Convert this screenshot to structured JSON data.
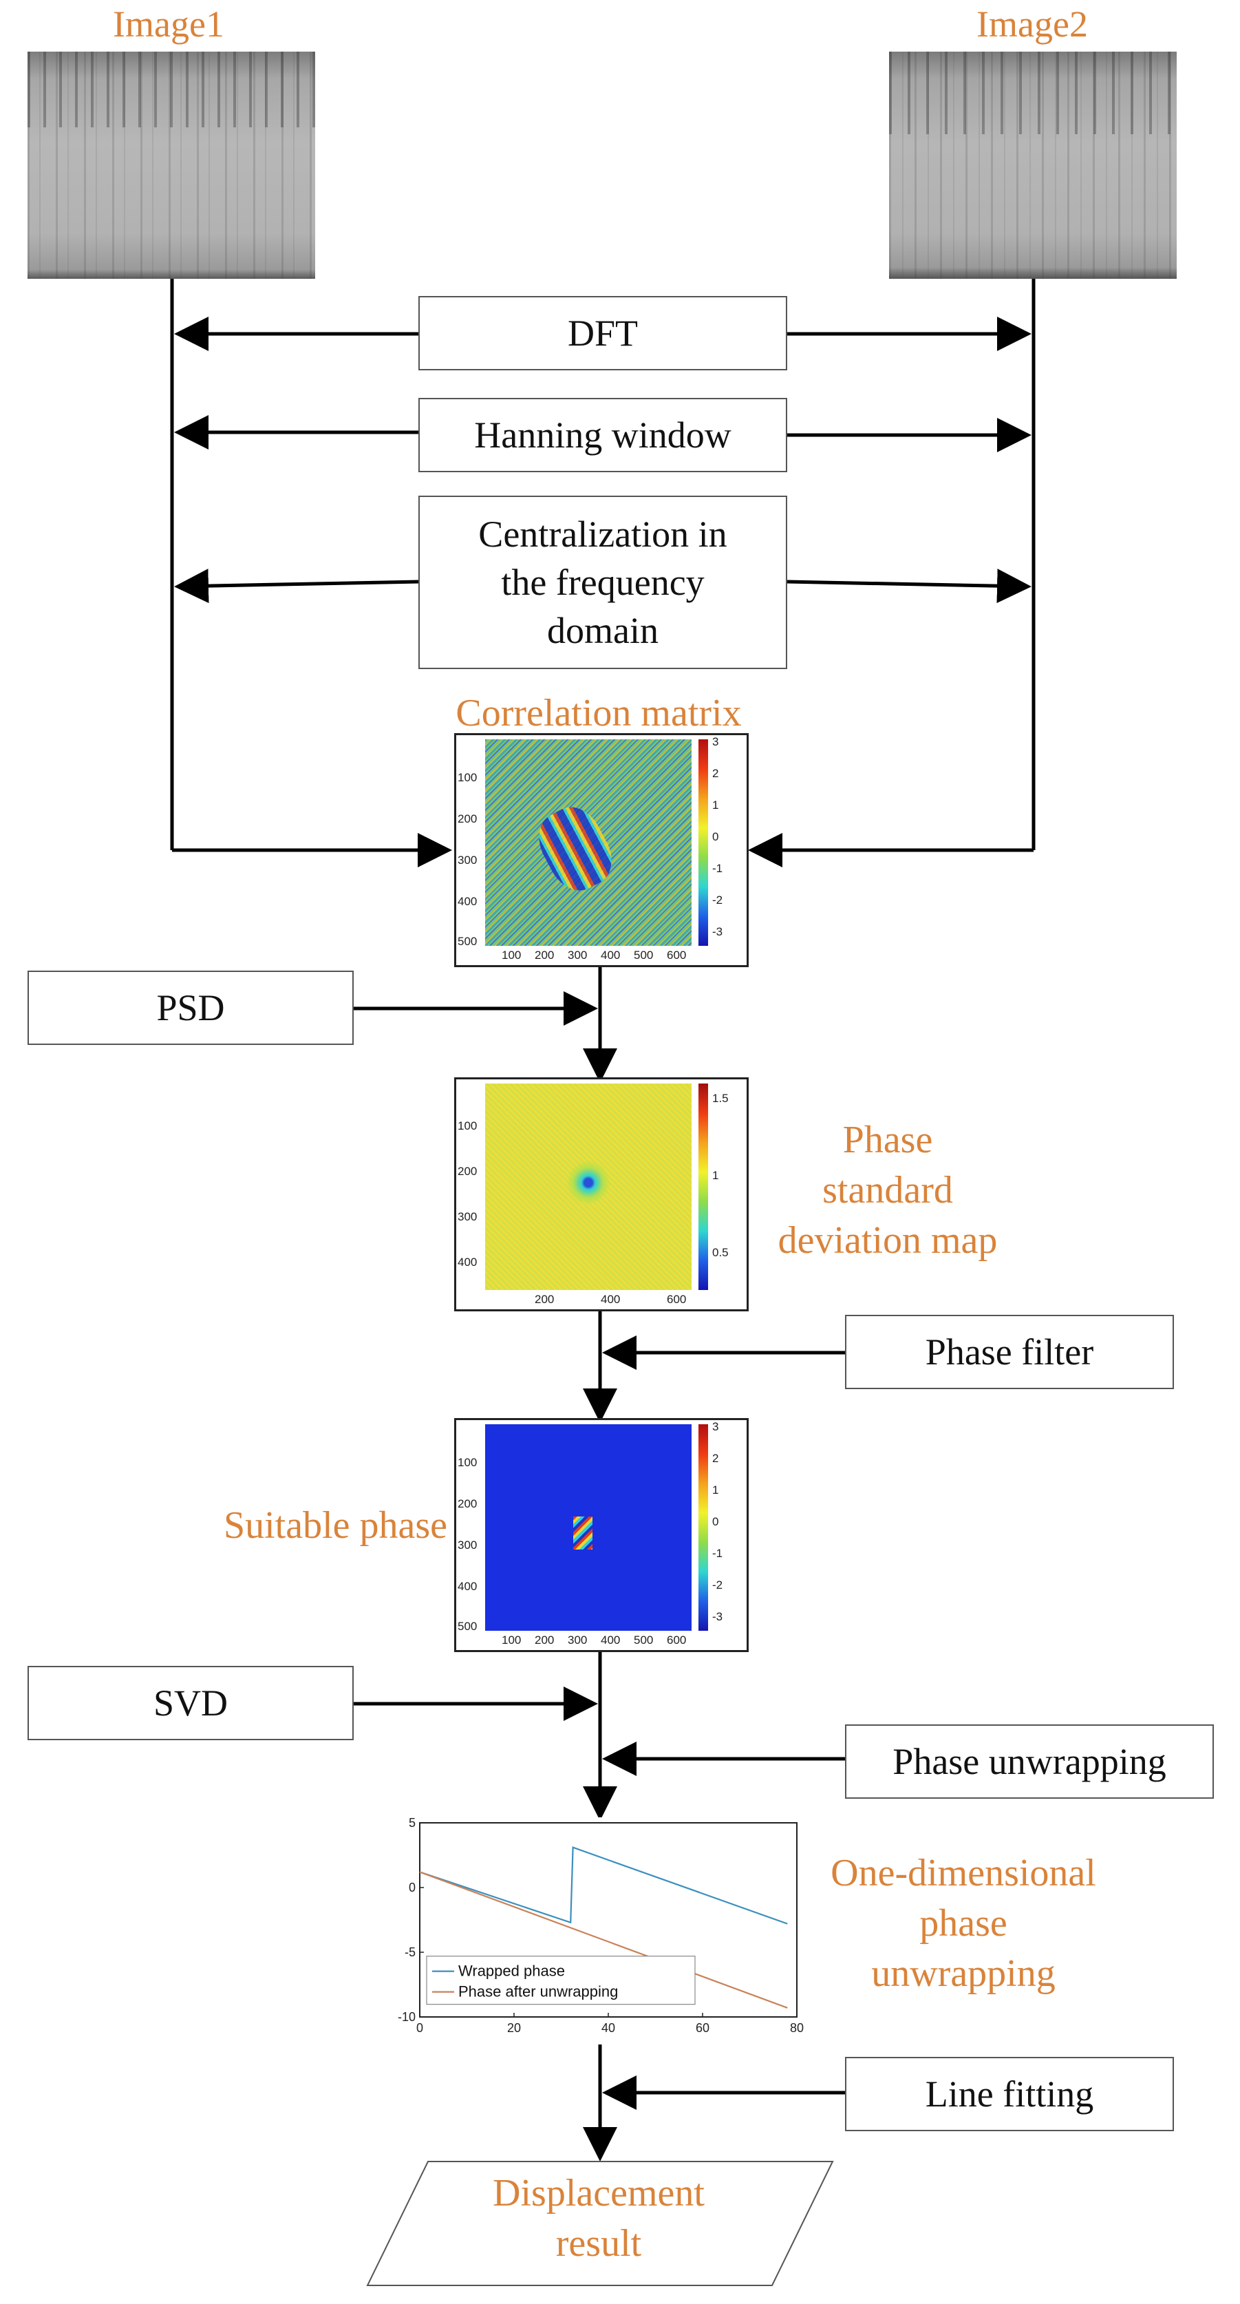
{
  "inputs": {
    "image1": "Image1",
    "image2": "Image2"
  },
  "steps": {
    "dft": "DFT",
    "hanning": "Hanning window",
    "centralization": [
      "Centralization in",
      "the frequency",
      "domain"
    ],
    "psd": "PSD",
    "phase_filter": "Phase filter",
    "svd": "SVD",
    "phase_unwrapping": "Phase unwrapping",
    "line_fitting": "Line fitting"
  },
  "results": {
    "correlation_matrix": "Correlation matrix",
    "phase_std_map": [
      "Phase",
      "standard",
      "deviation map"
    ],
    "suitable_phase": "Suitable phase",
    "one_dim_unwrapping": [
      "One-dimensional",
      "phase",
      "unwrapping"
    ],
    "displacement": [
      "Displacement",
      "result"
    ]
  },
  "plots": {
    "correlation": {
      "x_ticks": [
        "100",
        "200",
        "300",
        "400",
        "500",
        "600"
      ],
      "y_ticks": [
        "100",
        "200",
        "300",
        "400",
        "500"
      ],
      "colorbar_ticks": [
        "3",
        "2",
        "1",
        "0",
        "-1",
        "-2",
        "-3"
      ]
    },
    "std_map": {
      "x_ticks": [
        "200",
        "400",
        "600"
      ],
      "y_ticks": [
        "100",
        "200",
        "300",
        "400"
      ],
      "colorbar_ticks": [
        "1.5",
        "1",
        "0.5"
      ]
    },
    "suitable": {
      "x_ticks": [
        "100",
        "200",
        "300",
        "400",
        "500",
        "600"
      ],
      "y_ticks": [
        "100",
        "200",
        "300",
        "400",
        "500"
      ],
      "colorbar_ticks": [
        "3",
        "2",
        "1",
        "0",
        "-1",
        "-2",
        "-3"
      ]
    }
  },
  "chart_data": {
    "type": "line",
    "x_ticks": [
      "0",
      "20",
      "40",
      "60",
      "80"
    ],
    "y_ticks": [
      "5",
      "0",
      "-5",
      "-10"
    ],
    "xlim": [
      0,
      80
    ],
    "ylim": [
      -10,
      5
    ],
    "legend_placement": "bottom-left",
    "series": [
      {
        "name": "Wrapped phase",
        "color": "#3b8fbd",
        "x": [
          0,
          32,
          32.5,
          78
        ],
        "y": [
          1.2,
          -2.7,
          3.1,
          -2.8
        ]
      },
      {
        "name": "Phase after unwrapping",
        "color": "#c9825a",
        "x": [
          0,
          78
        ],
        "y": [
          1.2,
          -9.3
        ]
      }
    ]
  },
  "colors": {
    "accent": "#d9833a",
    "arrow": "#000000",
    "box_border": "#555555"
  }
}
